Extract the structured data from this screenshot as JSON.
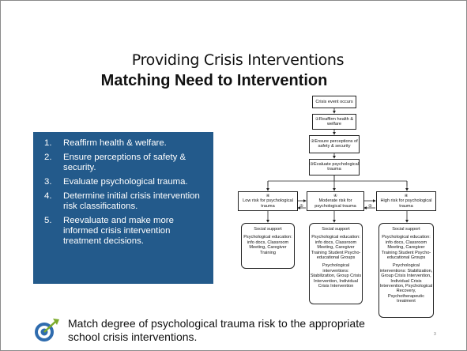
{
  "slide": {
    "title": "Providing Crisis Interventions",
    "subtitle": "Matching Need to Intervention",
    "steps": [
      {
        "num": "1.",
        "text": "Reaffirm health & welfare."
      },
      {
        "num": "2.",
        "text": "Ensure perceptions of safety & security."
      },
      {
        "num": "3.",
        "text": "Evaluate psychological trauma."
      },
      {
        "num": "4.",
        "text": "Determine initial crisis intervention risk classifications."
      },
      {
        "num": "5.",
        "text": "Reevaluate and make more informed crisis intervention treatment decisions."
      }
    ],
    "flowchart": {
      "crisis": "Crisis event occurs",
      "step1": "①Reaffirm health & welfare",
      "step2": "②Ensure perceptions of safety & security",
      "step3": "③Evaluate psychological trauma",
      "risk_num": "④",
      "low": "Low risk for psychological trauma",
      "moderate": "Moderate risk for psychological trauma",
      "high": "High risk for psychological trauma",
      "reeval_num": "⑤",
      "low_support": [
        "Social support",
        "Psychological education: info docs, Classroom Meeting, Caregiver Training"
      ],
      "moderate_support": [
        "Social support",
        "Psychological education: info docs, Classroom Meeting, Caregiver Training Student Psycho-educational Groups",
        "Psychological interventions: Stabilization, Group Crisis Intervention, Individual Crisis Intervention"
      ],
      "high_support": [
        "Social support",
        "Psychological education: info docs, Classroom Meeting, Caregiver Training Student Psycho-educational Groups",
        "Psychological interventions: Stabilization, Group Crisis Intervention, Individual Crisis Intervention, Psychological Recovery, Psychotherapeutic treatment"
      ]
    },
    "footer": "Match degree of psychological trauma risk to the appropriate school crisis interventions.",
    "page_number": "3",
    "colors": {
      "step_box": "#235a8b",
      "icon_ring": "#2f6cae",
      "icon_arrow": "#7cab2c"
    }
  }
}
